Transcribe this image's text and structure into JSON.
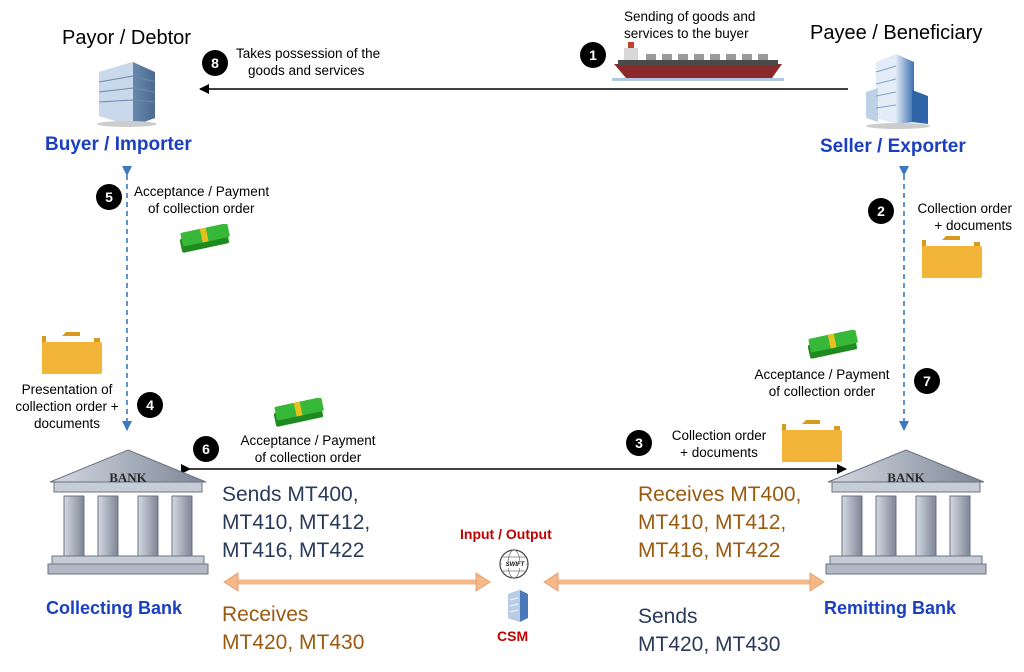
{
  "parties": {
    "payor_title": "Payor / Debtor",
    "payee_title": "Payee / Beneficiary",
    "buyer_label": "Buyer / Importer",
    "seller_label": "Seller / Exporter",
    "collecting_bank_label": "Collecting Bank",
    "remitting_bank_label": "Remitting Bank",
    "bank_sign": "BANK"
  },
  "steps": [
    {
      "num": "1",
      "text_line1": "Sending of goods and",
      "text_line2": "services to the buyer"
    },
    {
      "num": "2",
      "text_line1": "Collection order",
      "text_line2": "+ documents"
    },
    {
      "num": "3",
      "text_line1": "Collection order",
      "text_line2": "+ documents"
    },
    {
      "num": "4",
      "text_line1": "Presentation of",
      "text_line2": "collection order +",
      "text_line3": "documents"
    },
    {
      "num": "5",
      "text_line1": "Acceptance / Payment",
      "text_line2": "of collection order"
    },
    {
      "num": "6",
      "text_line1": "Acceptance / Payment",
      "text_line2": "of collection order"
    },
    {
      "num": "7",
      "text_line1": "Acceptance / Payment",
      "text_line2": "of collection order"
    },
    {
      "num": "8",
      "text_line1": "Takes possession of the",
      "text_line2": "goods and services"
    }
  ],
  "messages": {
    "collecting_sends_line1": "Sends MT400,",
    "collecting_sends_line2": "MT410, MT412,",
    "collecting_sends_line3": "MT416, MT422",
    "collecting_receives_line1": "Receives",
    "collecting_receives_line2": "MT420, MT430",
    "remitting_receives_line1": "Receives MT400,",
    "remitting_receives_line2": "MT410, MT412,",
    "remitting_receives_line3": "MT416, MT422",
    "remitting_sends_line1": "Sends",
    "remitting_sends_line2": "MT420, MT430"
  },
  "network": {
    "io_label": "Input / Output",
    "swift_label": "SWIFT",
    "csm_label": "CSM"
  },
  "colors": {
    "party_label": "#1a3fbf",
    "network_label": "#c00000",
    "sends_text": "#2a3a5c",
    "receives_text": "#9a5a10",
    "money": "#2fa82f",
    "folder": "#f2b53a",
    "exchange_arrow": "#f5b888"
  }
}
